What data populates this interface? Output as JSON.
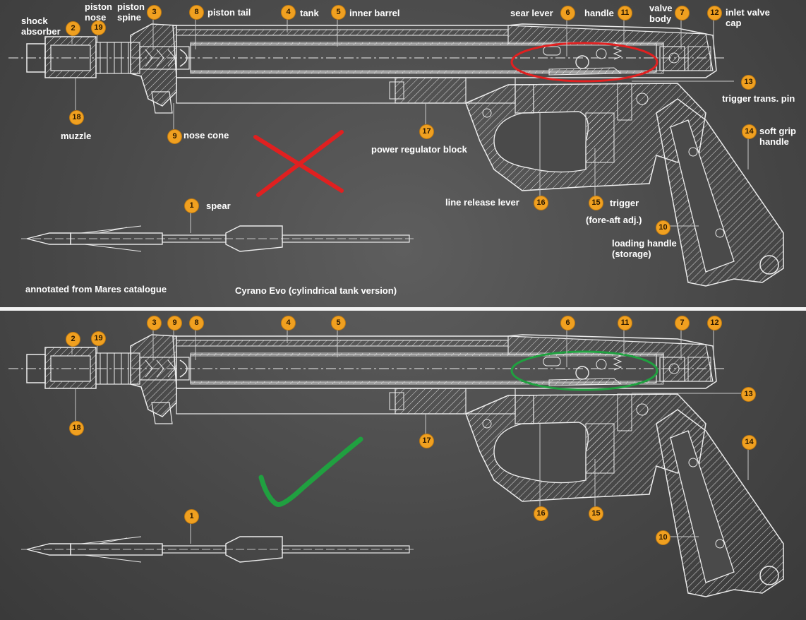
{
  "colors": {
    "background": "#4a4a4a",
    "outline": "#ececec",
    "badge": "#f0a020",
    "cross": "#e02020",
    "check": "#20a040",
    "ellipse_top": "#e02020",
    "ellipse_bottom": "#20a040"
  },
  "top": {
    "labels": {
      "shock_absorber": [
        "shock",
        "absorber"
      ],
      "piston_nose": [
        "piston",
        "nose"
      ],
      "piston_spine": [
        "piston",
        "spine"
      ],
      "piston_tail": "piston tail",
      "tank": "tank",
      "inner_barrel": "inner barrel",
      "sear_lever": "sear lever",
      "handle": "handle",
      "valve_body": [
        "valve",
        "body"
      ],
      "inlet_valve_cap": [
        "inlet valve",
        "cap"
      ],
      "trigger_trans_pin": "trigger trans. pin",
      "soft_grip_handle": [
        "soft grip",
        "handle"
      ],
      "muzzle": "muzzle",
      "nose_cone": "nose cone",
      "power_regulator_block": "power regulator block",
      "spear": "spear",
      "line_release_lever": "line release lever",
      "trigger": "trigger",
      "trigger_adj": "(fore-aft adj.)",
      "loading_handle": [
        "loading handle",
        "(storage)"
      ],
      "source_note": "annotated from Mares catalogue",
      "model_note": "Cyrano Evo (cylindrical tank version)"
    },
    "badges": [
      "2",
      "19",
      "3",
      "8",
      "4",
      "5",
      "6",
      "11",
      "7",
      "12",
      "13",
      "18",
      "9",
      "17",
      "14",
      "1",
      "16",
      "15",
      "10"
    ]
  },
  "bottom": {
    "badges": [
      "2",
      "19",
      "3",
      "9",
      "8",
      "4",
      "5",
      "6",
      "11",
      "7",
      "12",
      "13",
      "18",
      "17",
      "14",
      "1",
      "16",
      "15",
      "10"
    ]
  }
}
